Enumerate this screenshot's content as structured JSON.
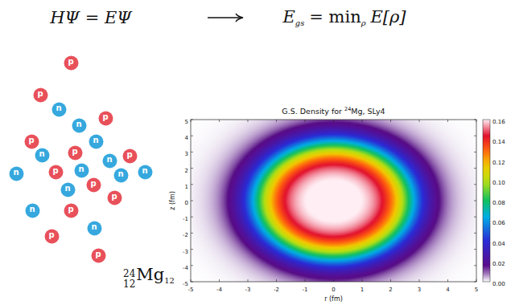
{
  "diagram": {
    "nodes": [
      {
        "text": [
          "p"
        ]
      },
      {
        "text": [
          "p"
        ]
      },
      {
        "text": [
          "n"
        ]
      },
      {
        "text": [
          "p"
        ]
      },
      {
        "text": [
          "n"
        ]
      },
      {
        "text": [
          "p"
        ]
      },
      {
        "text": [
          "n"
        ]
      },
      {
        "text": [
          "p"
        ]
      },
      {
        "text": [
          "n"
        ]
      },
      {
        "text": [
          "p"
        ]
      },
      {
        "text": [
          "n"
        ]
      },
      {
        "text": [
          "n"
        ]
      },
      {
        "text": [
          "n"
        ]
      },
      {
        "text": [
          "p"
        ]
      },
      {
        "text": [
          "n"
        ]
      },
      {
        "text": [
          "n"
        ]
      },
      {
        "text": [
          "p"
        ]
      },
      {
        "text": [
          "n"
        ]
      },
      {
        "text": [
          "p"
        ]
      },
      {
        "text": [
          "n"
        ]
      },
      {
        "text": [
          "p"
        ]
      },
      {
        "text": [
          "n"
        ]
      },
      {
        "text": [
          "p"
        ]
      },
      {
        "text": [
          "p"
        ]
      }
    ],
    "labels": [
      "HΨ = EΨ",
      "E",
      "gs",
      "= min",
      "ρ",
      "E[ρ]",
      "24",
      "12",
      "Mg",
      "12",
      "G.S. Density for",
      "24",
      "Mg, SLy4",
      "z (fm)",
      "5",
      "4",
      "3",
      "2",
      "1",
      "0",
      "-1",
      "-2",
      "-3",
      "-4",
      "-5",
      "-5",
      "-4",
      "-3",
      "-2",
      "-1",
      "0",
      "1",
      "2",
      "3",
      "4",
      "5",
      "r (fm)",
      "0.16",
      "0.14",
      "0.12",
      "0.10",
      "0.08",
      "0.06",
      "0.04",
      "0.02",
      "0.00"
    ]
  }
}
